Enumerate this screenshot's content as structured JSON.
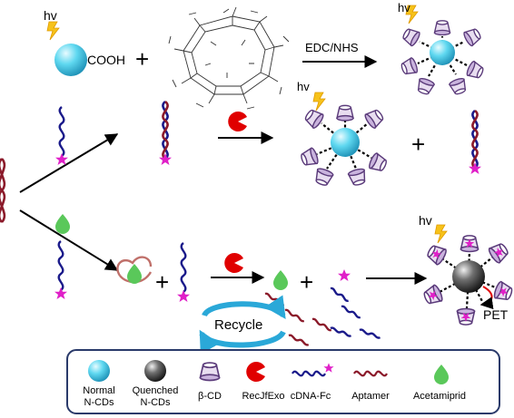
{
  "labels": {
    "hv": "hv",
    "cooh": "COOH",
    "plus": "+",
    "edc_nhs": "EDC/NHS",
    "recycle": "Recycle",
    "pet": "PET"
  },
  "legend": {
    "normal_ncds": [
      "Normal",
      "N-CDs"
    ],
    "quenched_ncds": [
      "Quenched",
      "N-CDs"
    ],
    "beta_cd": "β-CD",
    "recjfexo": "RecJfExo",
    "cdna_fc": "cDNA-Fc",
    "aptamer": "Aptamer",
    "acetamiprid": "Acetamiprid"
  },
  "icons": {
    "light": "lightning-icon",
    "normal_cd": "cyan-sphere",
    "quenched_cd": "gray-sphere",
    "beta_cd": "cone-ring-icon",
    "enzyme": "pacman-icon",
    "ferrocene": "star-icon",
    "target": "drop-icon"
  },
  "colors": {
    "cd_cyan": "#5fd8f0",
    "cd_dark": "#555555",
    "enzyme_red": "#e00000",
    "fc_magenta": "#e020c8",
    "aptamer_red": "#8b1a2a",
    "cdna_navy": "#1a1a8a",
    "target_green": "#5ac85a",
    "cone_purple": "#7a4a9a",
    "recycle_cyan": "#2aa8d8",
    "legend_border": "#2a3a6a"
  }
}
